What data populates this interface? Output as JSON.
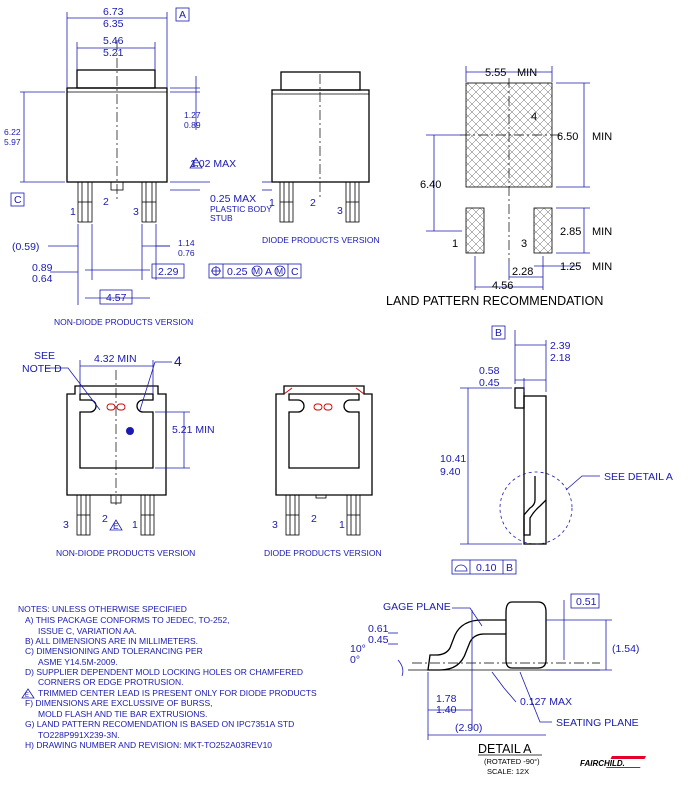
{
  "top_left": {
    "dim_width_max": "6.73",
    "dim_width_min": "6.35",
    "datum_a": "A",
    "dim_tab_max": "5.46",
    "dim_tab_min": "5.21",
    "dim_height_max": "6.22",
    "dim_height_min": "5.97",
    "dim_tab_height_max": "1.27",
    "dim_tab_height_min": "0.89",
    "note_e": "E",
    "dim_trim_max": "1.02 MAX",
    "datum_c": "C",
    "pin1": "1",
    "pin2": "2",
    "pin3": "3",
    "dim_059": "(0.59)",
    "dim_lead_w_max": "1.14",
    "dim_lead_w_min": "0.76",
    "dim_lead_t_max": "0.89",
    "dim_lead_t_min": "0.64",
    "dim_pitch": "2.29",
    "dim_span": "4.57",
    "tolerance_value": "0.25",
    "tol_m1": "M",
    "tol_a": "A",
    "tol_m2": "M",
    "tol_c": "C",
    "caption": "NON-DIODE PRODUCTS VERSION"
  },
  "top_mid": {
    "stub_dim": "0.25 MAX",
    "stub_label_1": "PLASTIC BODY",
    "stub_label_2": "STUB",
    "pin1": "1",
    "pin2": "2",
    "pin3": "3",
    "caption": "DIODE PRODUCTS VERSION"
  },
  "land_pattern": {
    "dim_pad_w": "5.55",
    "dim_pad_w_min": "MIN",
    "pad4": "4",
    "dim_pad_h": "6.50",
    "dim_pad_h_min": "MIN",
    "dim_640": "6.40",
    "pad1": "1",
    "pad3": "3",
    "dim_285": "2.85",
    "dim_285_min": "MIN",
    "dim_228": "2.28",
    "dim_125": "1.25",
    "dim_125_min": "MIN",
    "dim_456": "4.56",
    "title": "LAND PATTERN RECOMMENDATION"
  },
  "bottom_left": {
    "see_note_1": "SEE",
    "see_note_2": "NOTE D",
    "dim_432": "4.32 MIN",
    "pad4_label": "4",
    "dim_521": "5.21 MIN",
    "pin3": "3",
    "pin2": "2",
    "pin1": "1",
    "note_e": "E",
    "caption": "NON-DIODE PRODUCTS VERSION"
  },
  "bottom_mid": {
    "pin3": "3",
    "pin2": "2",
    "pin1": "1",
    "caption": "DIODE PRODUCTS VERSION"
  },
  "side_view": {
    "datum_b": "B",
    "dim_239": "2.39",
    "dim_218": "2.18",
    "dim_058": "0.58",
    "dim_045": "0.45",
    "dim_1041": "10.41",
    "dim_940": "9.40",
    "see_detail": "SEE DETAIL A",
    "flat_value": "0.10",
    "flat_datum": "B"
  },
  "notes": {
    "header": "NOTES: UNLESS OTHERWISE SPECIFIED",
    "lines": [
      "A)  THIS PACKAGE CONFORMS TO JEDEC, TO-252,",
      "ISSUE C, VARIATION AA.",
      "B)  ALL DIMENSIONS ARE IN MILLIMETERS.",
      "C)  DIMENSIONING AND TOLERANCING PER",
      "ASME Y14.5M-2009.",
      "D)  SUPPLIER DEPENDENT MOLD LOCKING HOLES OR CHAMFERED",
      "CORNERS OR EDGE PROTRUSION.",
      "TRIMMED CENTER LEAD IS PRESENT ONLY FOR DIODE PRODUCTS",
      "F)  DIMENSIONS ARE EXCLUSSIVE OF BURSS,",
      "MOLD FLASH AND TIE BAR EXTRUSIONS.",
      "G)  LAND PATTERN RECOMENDATION IS BASED ON IPC7351A STD",
      "TO228P991X239-3N.",
      "H)  DRAWING NUMBER AND REVISION: MKT-TO252A03REV10"
    ],
    "note_e": "E"
  },
  "detail": {
    "gage_plane": "GAGE PLANE",
    "dim_051": "0.51",
    "dim_061": "0.61",
    "dim_045": "0.45",
    "angle_10": "10°",
    "angle_0": "0°",
    "dim_154": "(1.54)",
    "dim_178": "1.78",
    "dim_140": "1.40",
    "dim_0127": "0.127 MAX",
    "dim_290": "(2.90)",
    "seating_plane": "SEATING PLANE",
    "title": "DETAIL A",
    "rotated": "(ROTATED -90°)",
    "scale": "SCALE: 12X"
  },
  "brand": {
    "logo_text": "FAIRCHILD.",
    "accent": "#e4002b",
    "dim_color": "#1a1ab0"
  }
}
